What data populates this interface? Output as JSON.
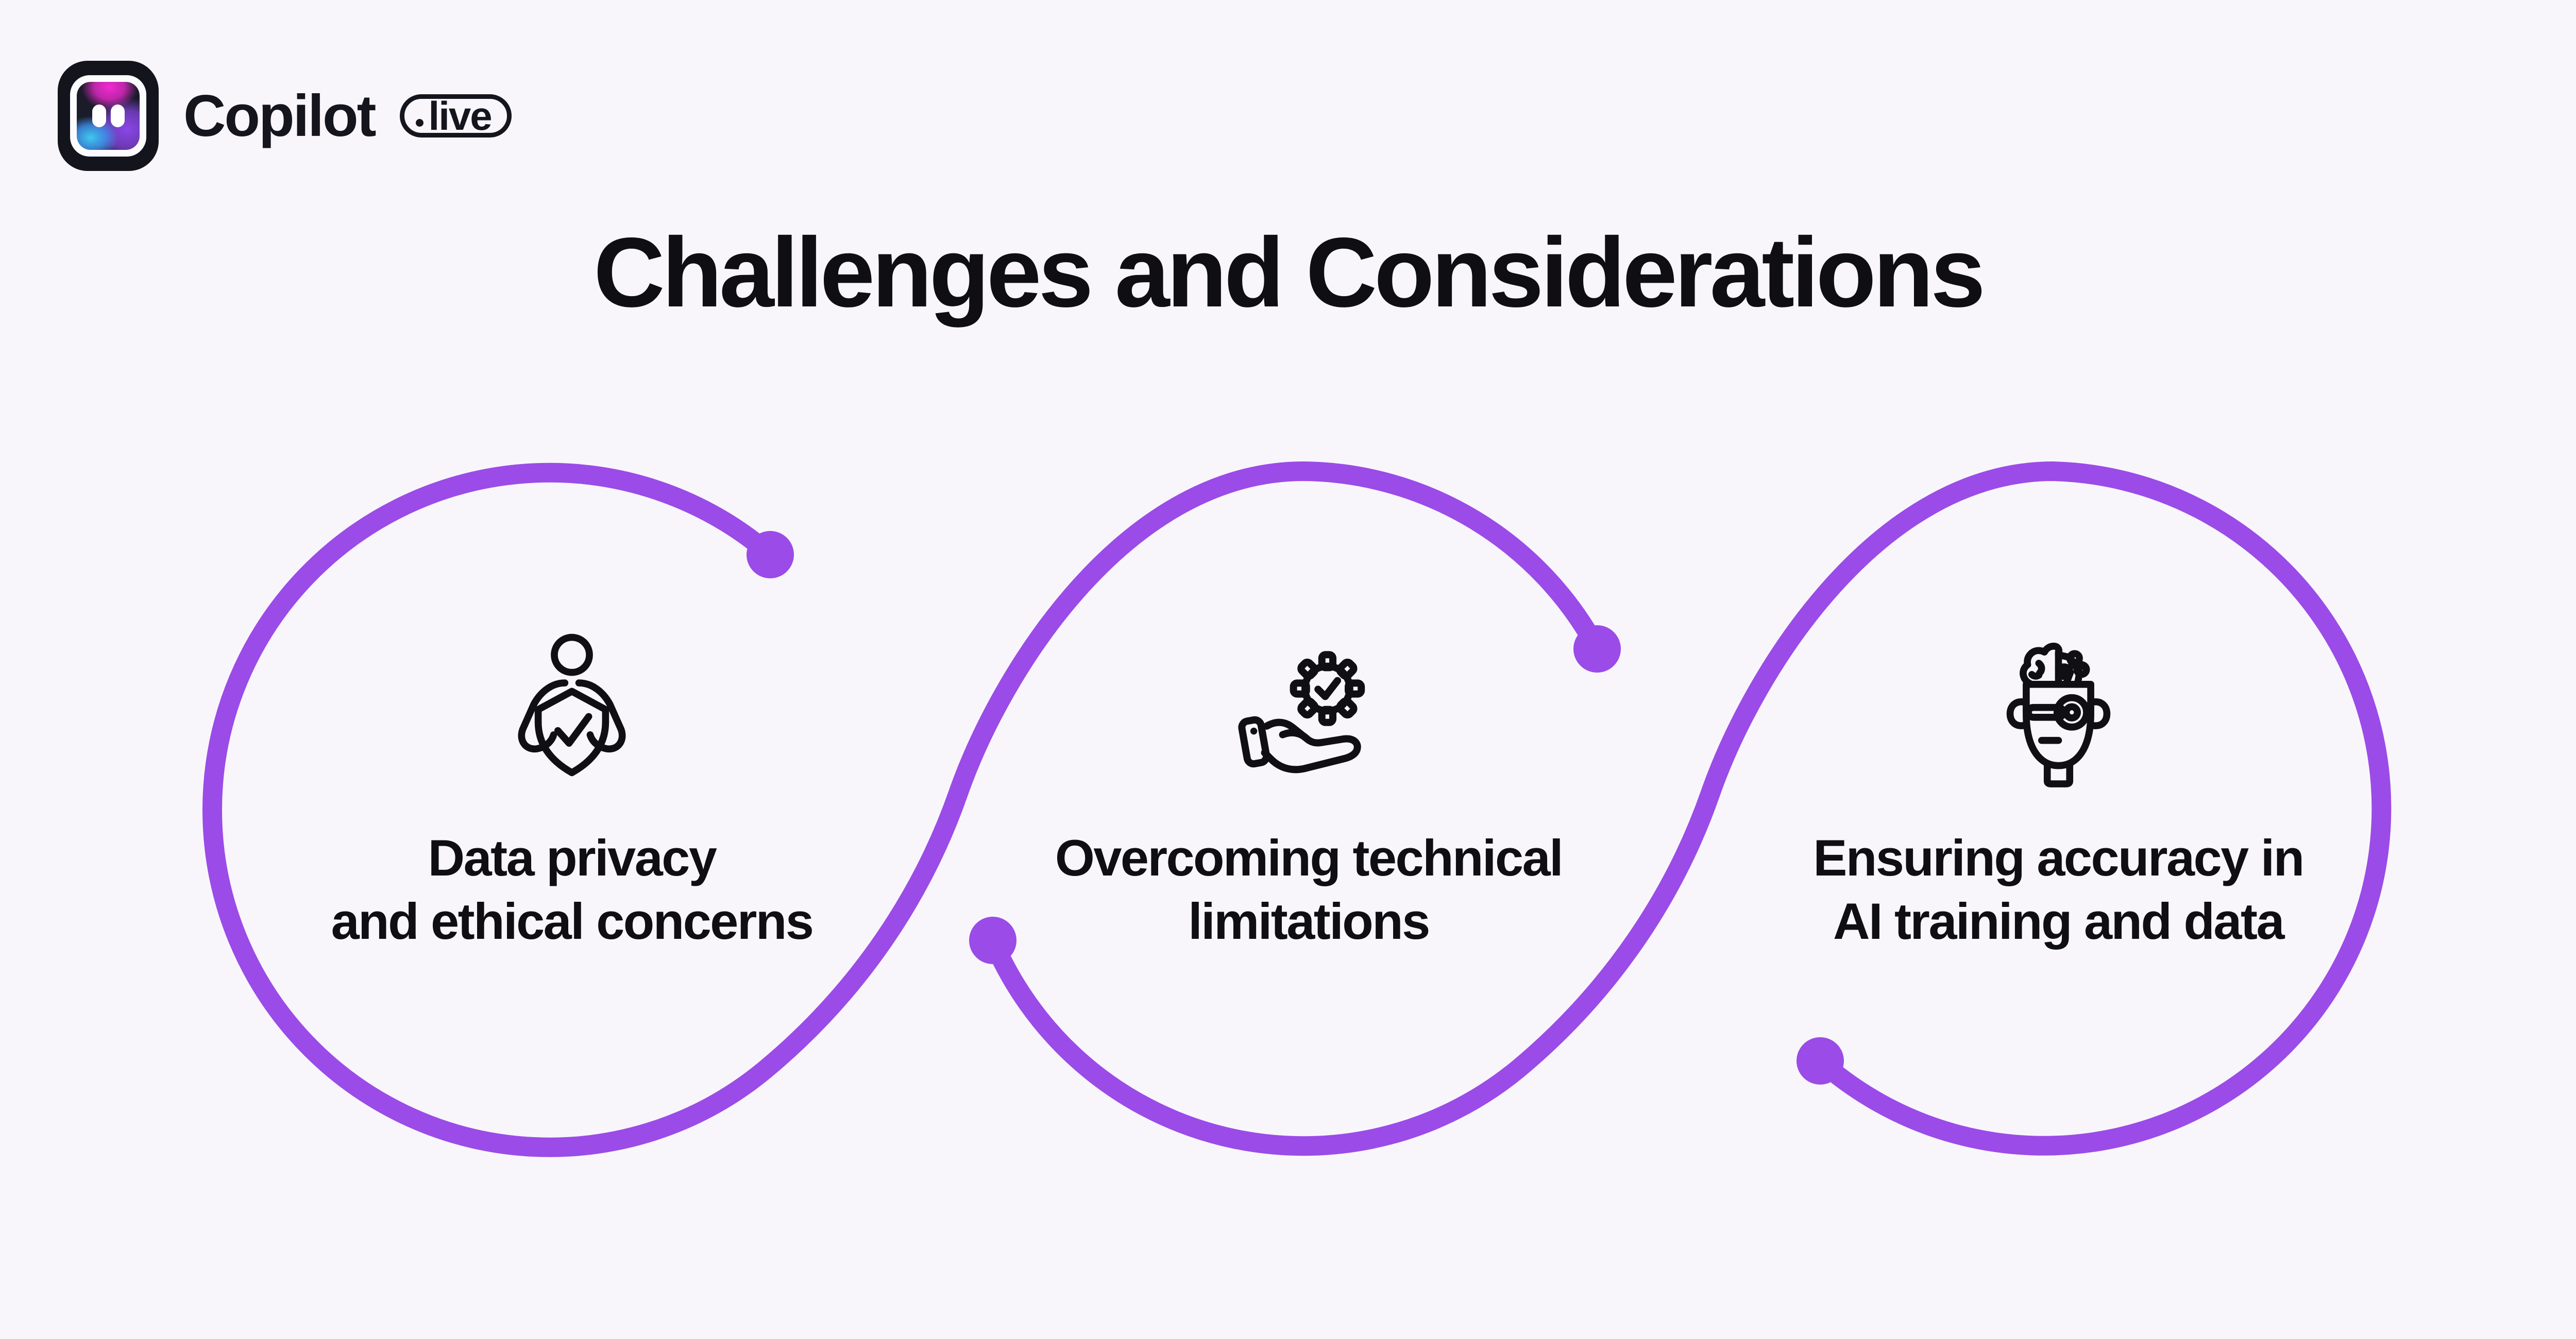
{
  "page": {
    "background_color": "#F8F6FB",
    "accent_color": "#9B4BE8",
    "ink_color": "#0E0E13"
  },
  "header": {
    "brand": "Copilot",
    "badge_label": "live",
    "logo_icon": "copilot-logo-icon"
  },
  "title": "Challenges and Considerations",
  "flow": {
    "shape": "three-loop-serpentine",
    "stroke_color": "#9B4BE8",
    "endpoint_dots": 4
  },
  "items": [
    {
      "icon": "privacy-shield-person-icon",
      "line1": "Data privacy",
      "line2": "and ethical concerns"
    },
    {
      "icon": "hand-gear-check-icon",
      "line1": "Overcoming technical",
      "line2": "limitations"
    },
    {
      "icon": "ai-head-brain-icon",
      "line1": "Ensuring accuracy in",
      "line2": "AI training and data"
    }
  ]
}
